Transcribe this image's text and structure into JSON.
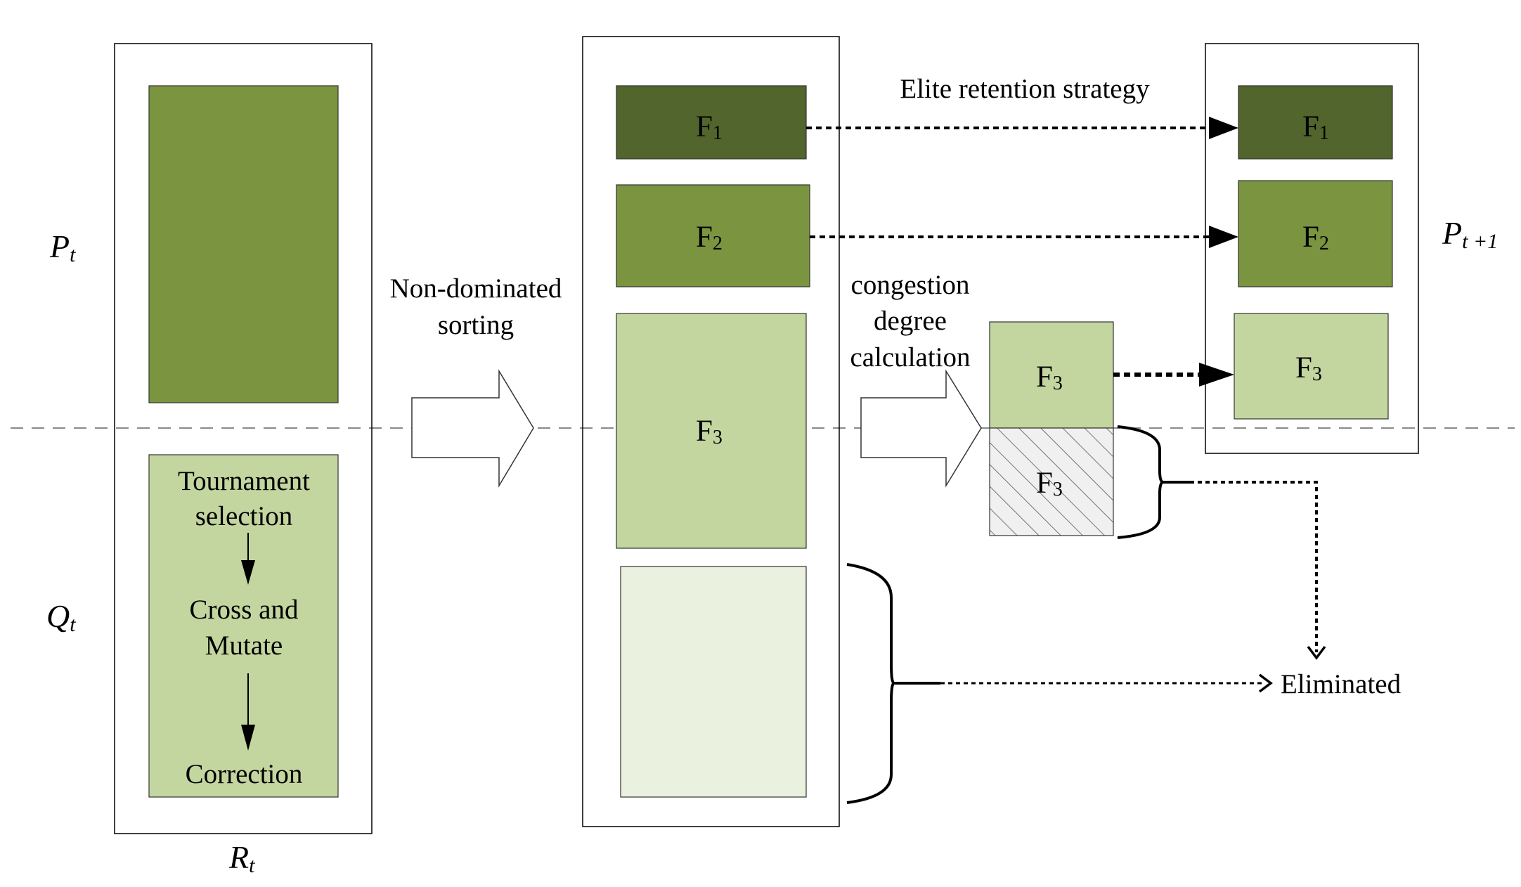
{
  "labels": {
    "pt": "P",
    "pt_sub": "t",
    "qt": "Q",
    "qt_sub": "t",
    "rt": "R",
    "rt_sub": "t",
    "pt1": "P",
    "pt1_sub": "t +1",
    "tournament_line1": "Tournament",
    "tournament_line2": "selection",
    "cross_line1": "Cross and",
    "cross_line2": "Mutate",
    "correction": "Correction",
    "nds_line1": "Non-dominated",
    "nds_line2": "sorting",
    "congestion_line1": "congestion",
    "congestion_line2": "degree",
    "congestion_line3": "calculation",
    "elite": "Elite retention strategy",
    "eliminated": "Eliminated",
    "f": "F",
    "sub1": "1",
    "sub2": "2",
    "sub3": "3"
  },
  "colors": {
    "dark_green": "#52652d",
    "mid_green": "#7a9440",
    "light_green": "#c3d6a0",
    "pale_green": "#eaf1df",
    "hatch_bg": "#f0f0f0"
  }
}
